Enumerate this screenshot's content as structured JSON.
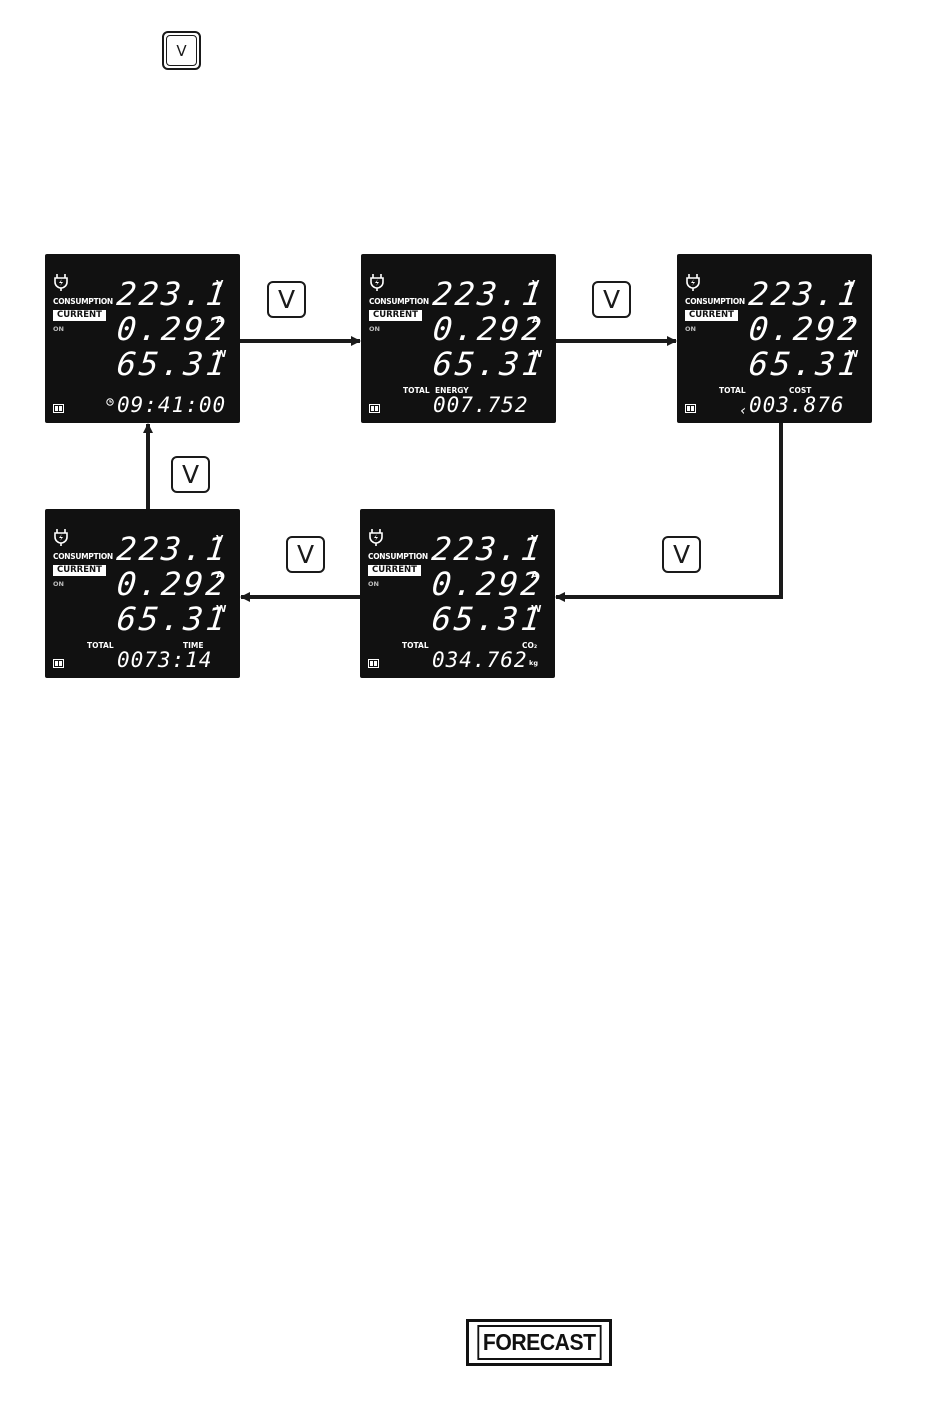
{
  "top_key": {
    "label": "V"
  },
  "flow_key": {
    "label": "V"
  },
  "common": {
    "consumption": "CONSUMPTION",
    "current": "CURRENT",
    "on": "ON",
    "voltage": "223.1",
    "voltage_unit": "V",
    "amperage": "0.292",
    "amperage_unit": "A",
    "power": "65.31",
    "power_unit": "W"
  },
  "screens": [
    {
      "id": "clock",
      "left_label": "",
      "right_label": "",
      "bottom_value": "09:41:00",
      "prefix": "",
      "suffix": ""
    },
    {
      "id": "energy",
      "left_label": "TOTAL",
      "right_label": "ENERGY",
      "bottom_value": "007.752",
      "prefix": "",
      "suffix": ""
    },
    {
      "id": "cost",
      "left_label": "TOTAL",
      "right_label": "COST",
      "bottom_value": "003.876",
      "prefix": "‹",
      "suffix": ""
    },
    {
      "id": "co2",
      "left_label": "TOTAL",
      "right_label": "CO₂",
      "bottom_value": "034.762",
      "prefix": "",
      "suffix": "kg"
    },
    {
      "id": "time",
      "left_label": "TOTAL",
      "right_label": "TIME",
      "bottom_value": "0073:14",
      "prefix": "",
      "suffix": ""
    }
  ],
  "logo": {
    "text": "FORECAST"
  }
}
